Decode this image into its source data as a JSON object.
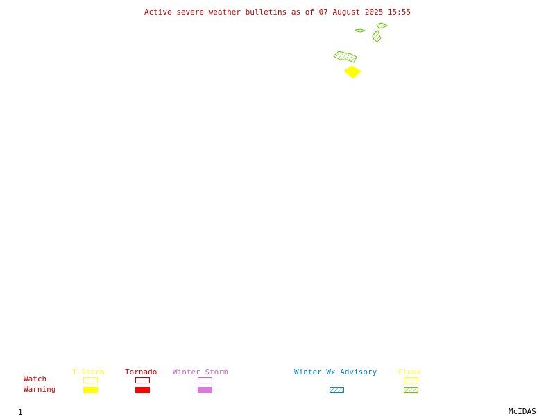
{
  "title": "Active severe weather bulletins as of 07 August 2025 15:55",
  "legend": {
    "row_labels": {
      "watch": "Watch",
      "warning": "Warning"
    },
    "headers": {
      "tstorm": "T-Storm",
      "tornado": "Tornado",
      "winter_storm": "Winter Storm",
      "winter_wx_advisory": "Winter Wx Advisory",
      "flood": "Flood"
    }
  },
  "colors": {
    "title": "#cc0000",
    "tstorm": "#ffff00",
    "tornado": "#ff0000",
    "winter_storm": "#dd77dd",
    "winter_wx_advisory": "#0088cc",
    "flood_watch": "#ffff33",
    "flood_warning": "#66cc00"
  },
  "map": {
    "active_bulletins": [
      {
        "type": "flood_warning",
        "style": "hatched",
        "color": "#66cc00"
      },
      {
        "type": "flood_warning",
        "style": "hatched",
        "color": "#66cc00"
      },
      {
        "type": "flood_warning",
        "style": "hatched",
        "color": "#66cc00"
      },
      {
        "type": "flood_warning",
        "style": "hatched",
        "color": "#66cc00"
      },
      {
        "type": "tstorm_warning",
        "style": "filled",
        "color": "#ffff00"
      }
    ]
  },
  "footer": {
    "frame_number": "1",
    "brand": "McIDAS"
  }
}
